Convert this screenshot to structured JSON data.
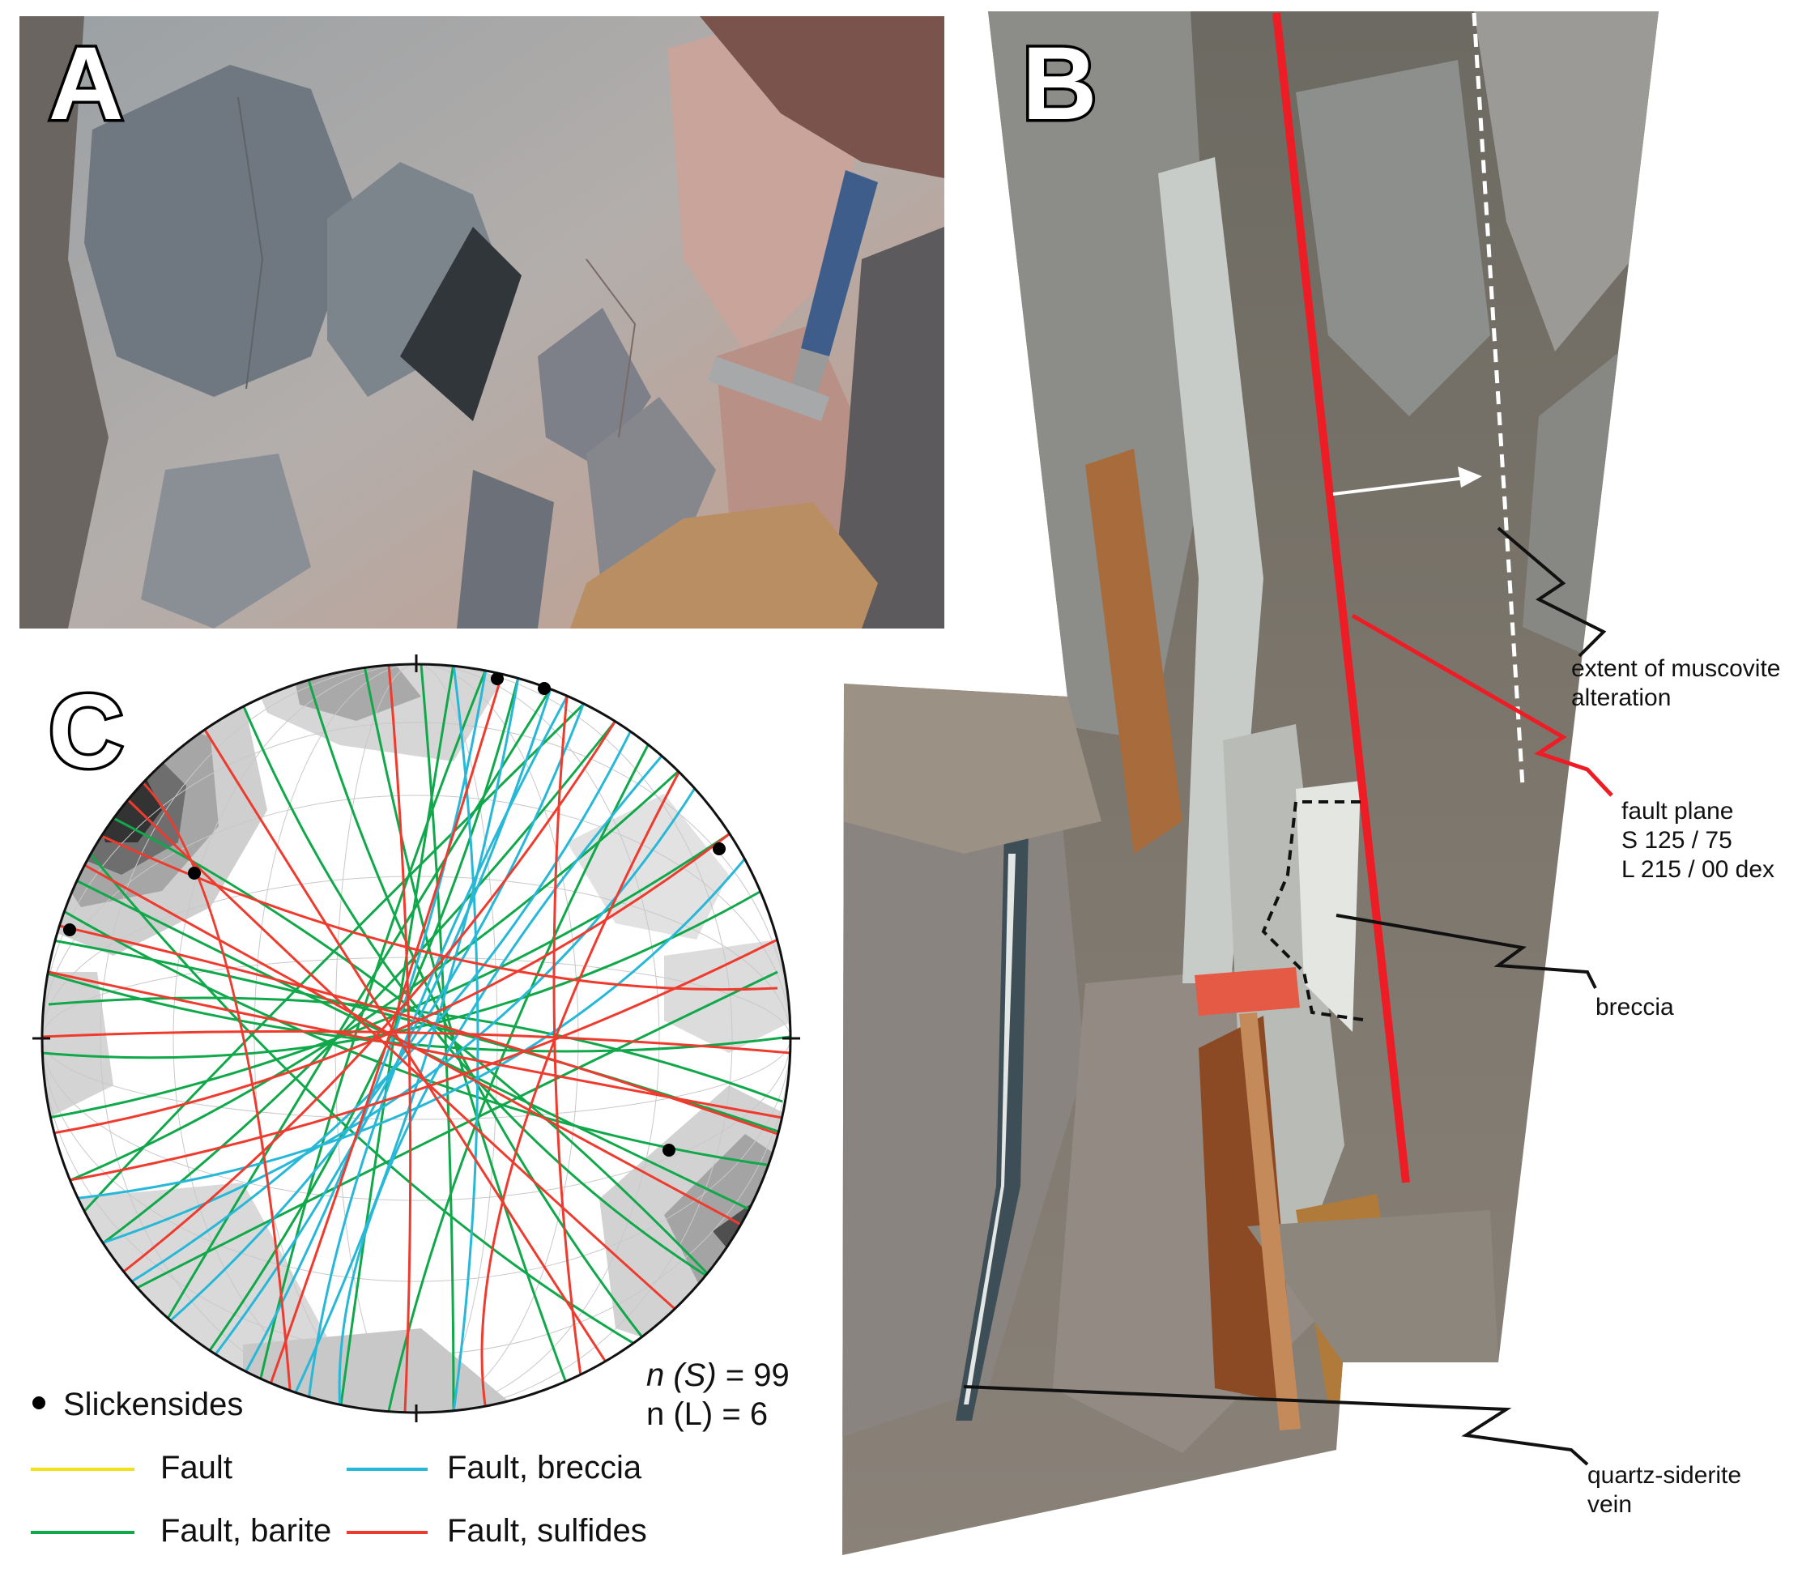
{
  "panels": {
    "a": {
      "letter": "A"
    },
    "b": {
      "letter": "B"
    },
    "c": {
      "letter": "C"
    }
  },
  "annotations": {
    "muscovite": [
      "extent of muscovite",
      "alteration"
    ],
    "fault_plane": [
      "fault plane",
      "S 125 / 75",
      "L 215 / 00 dex"
    ],
    "breccia": "breccia",
    "vein": [
      "quartz-siderite",
      "vein"
    ]
  },
  "stereonet": {
    "n_s_label": "n (S)",
    "n_s_eq": " = 99",
    "n_l": "n (L) = 6",
    "legend": [
      {
        "label": "Slickensides",
        "color": "#000000",
        "kind": "dot"
      },
      {
        "label": "Fault",
        "color": "#f2e21b",
        "kind": "line"
      },
      {
        "label": "Fault, barite",
        "color": "#10a84a",
        "kind": "line"
      },
      {
        "label": "Fault, breccia",
        "color": "#27b8d8",
        "kind": "line"
      },
      {
        "label": "Fault, sulfides",
        "color": "#ee3b2e",
        "kind": "line"
      }
    ]
  },
  "colors": {
    "fault_trace": "#ee1c24",
    "background": "#ffffff"
  }
}
